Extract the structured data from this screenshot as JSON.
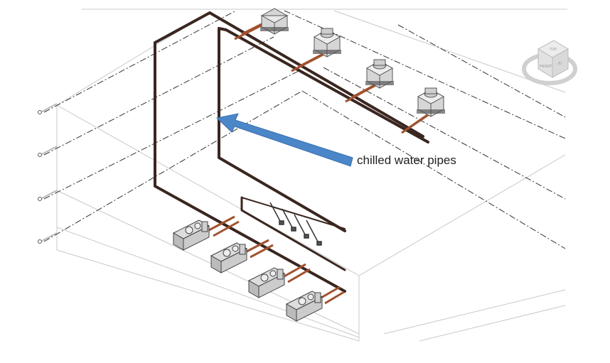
{
  "annotation": {
    "label": "chilled water pipes",
    "arrow_color": "#4a86c8"
  },
  "pipes": {
    "main_color": "#3a2620",
    "branch_color": "#a0522d"
  },
  "view_cube": {
    "top_label": "TOP",
    "front_label": "FRONT",
    "right_label": "RI"
  },
  "equipment": {
    "cooling_tower_count": 4,
    "chiller_count": 4
  }
}
